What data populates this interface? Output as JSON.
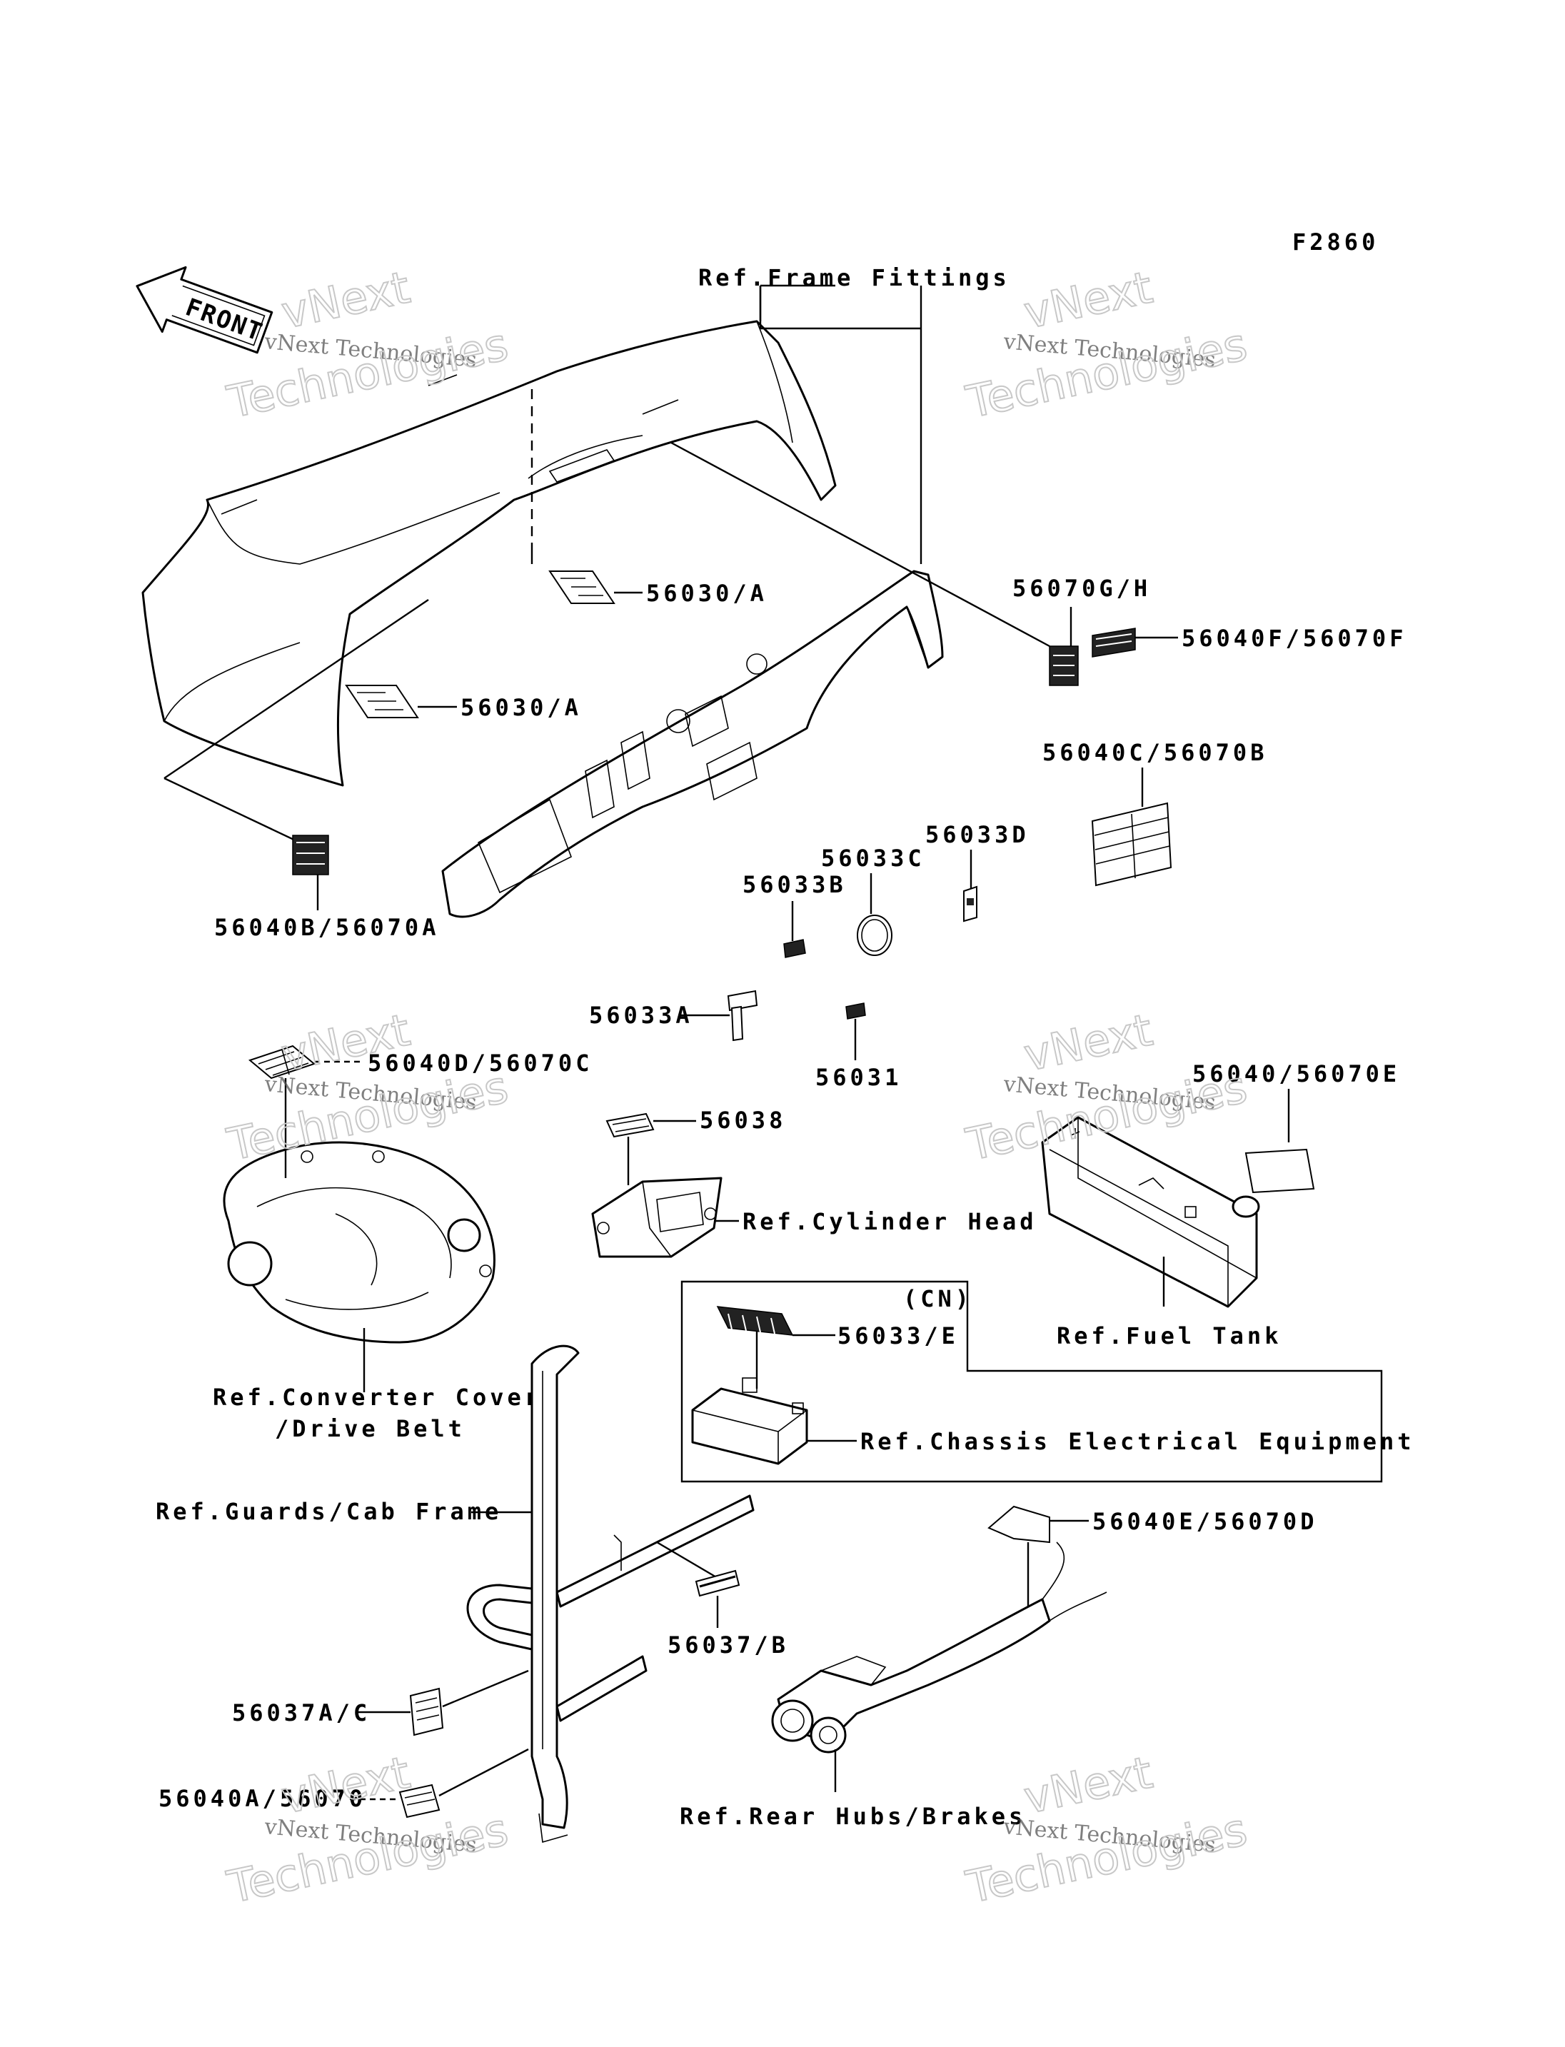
{
  "figure_code": "F2860",
  "front_arrow": "FRONT",
  "watermark": {
    "line1": "vNext Technologies",
    "line2": "Technologies",
    "line3": "vNext"
  },
  "callouts": {
    "frame_fittings": "Ref.Frame Fittings",
    "p56030a_top": "56030/A",
    "p56030a_bottom": "56030/A",
    "p56070gh": "56070G/H",
    "p56040f": "56040F/56070F",
    "p56040c": "56040C/56070B",
    "p56040b": "56040B/56070A",
    "p56033d": "56033D",
    "p56033c": "56033C",
    "p56033b": "56033B",
    "p56033a": "56033A",
    "p56031": "56031",
    "p56040d": "56040D/56070C",
    "p56040_e": "56040/56070E",
    "p56038": "56038",
    "cylinder_head": "Ref.Cylinder Head",
    "cn_tag": "(CN)",
    "p56033e": "56033/E",
    "fuel_tank": "Ref.Fuel Tank",
    "converter_cover_1": "Ref.Converter Cover",
    "converter_cover_2": "/Drive Belt",
    "chassis_electrical": "Ref.Chassis Electrical Equipment",
    "guards_cab": "Ref.Guards/Cab Frame",
    "p56040e": "56040E/56070D",
    "p56037b": "56037/B",
    "p56037ac": "56037A/C",
    "p56040a": "56040A/56070",
    "rear_hubs": "Ref.Rear Hubs/Brakes"
  }
}
